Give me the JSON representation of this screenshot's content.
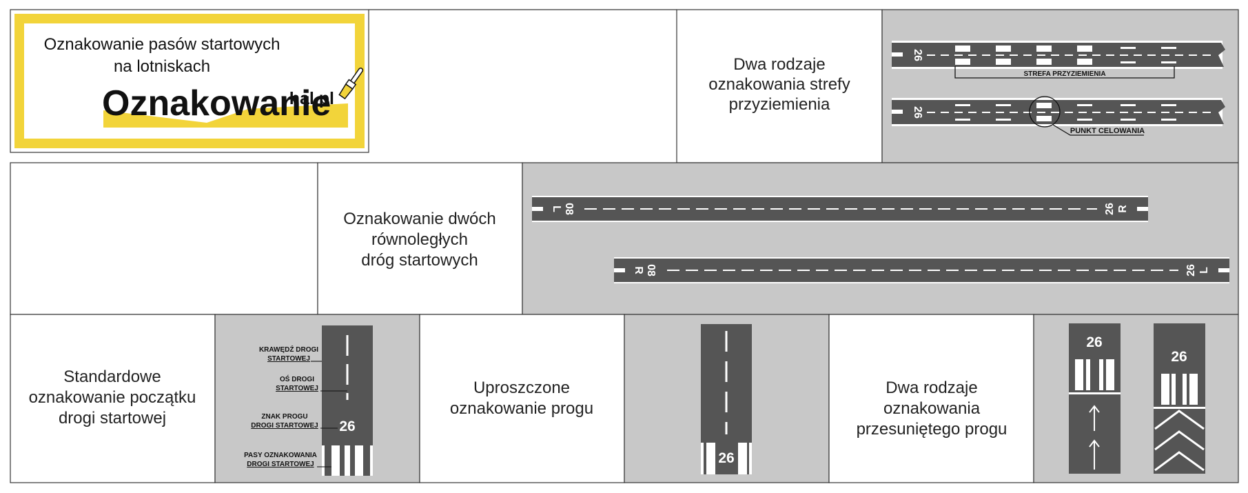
{
  "logo": {
    "title_line1": "Oznakowanie pasów startowych",
    "title_line2": "na lotniskach",
    "brand_main": "Oznakowanie",
    "brand_suffix": "hal.pl",
    "frame_color": "#f2d43a"
  },
  "panels": {
    "touchdown": {
      "caption": [
        "Dwa rodzaje",
        "oznakowania strefy",
        "przyziemienia"
      ],
      "runway_number": "26",
      "zone_label": "STREFA PRZYZIEMIENIA",
      "aiming_label": "PUNKT CELOWANIA"
    },
    "parallel": {
      "caption": [
        "Oznakowanie dwóch",
        "równoległych",
        "dróg startowych"
      ],
      "left_runway": {
        "start_number": "08",
        "start_letter": "L",
        "end_number": "26",
        "end_letter": "R"
      },
      "right_runway": {
        "start_number": "08",
        "start_letter": "R",
        "end_number": "26",
        "end_letter": "L"
      }
    },
    "standard": {
      "caption": [
        "Standardowe",
        "oznakowanie początku",
        "drogi startowej"
      ],
      "runway_number": "26",
      "labels": [
        [
          "KRAWĘDŹ DROGI",
          "STARTOWEJ"
        ],
        [
          "OŚ DROGI",
          "STARTOWEJ"
        ],
        [
          "ZNAK PROGU",
          "DROGI STARTOWEJ"
        ],
        [
          "PASY OZNAKOWANIA",
          "DROGI STARTOWEJ"
        ]
      ]
    },
    "simplified": {
      "caption": [
        "Uproszczone",
        "oznakowanie progu"
      ],
      "runway_number": "26"
    },
    "displaced": {
      "caption": [
        "Dwa rodzaje",
        "oznakowania",
        "przesuniętego progu"
      ],
      "runway_number_a": "26",
      "runway_number_b": "26"
    }
  },
  "colors": {
    "tarmac": "#555555",
    "panel_gray": "#c8c8c8",
    "marking": "#ffffff",
    "border": "#333333"
  }
}
